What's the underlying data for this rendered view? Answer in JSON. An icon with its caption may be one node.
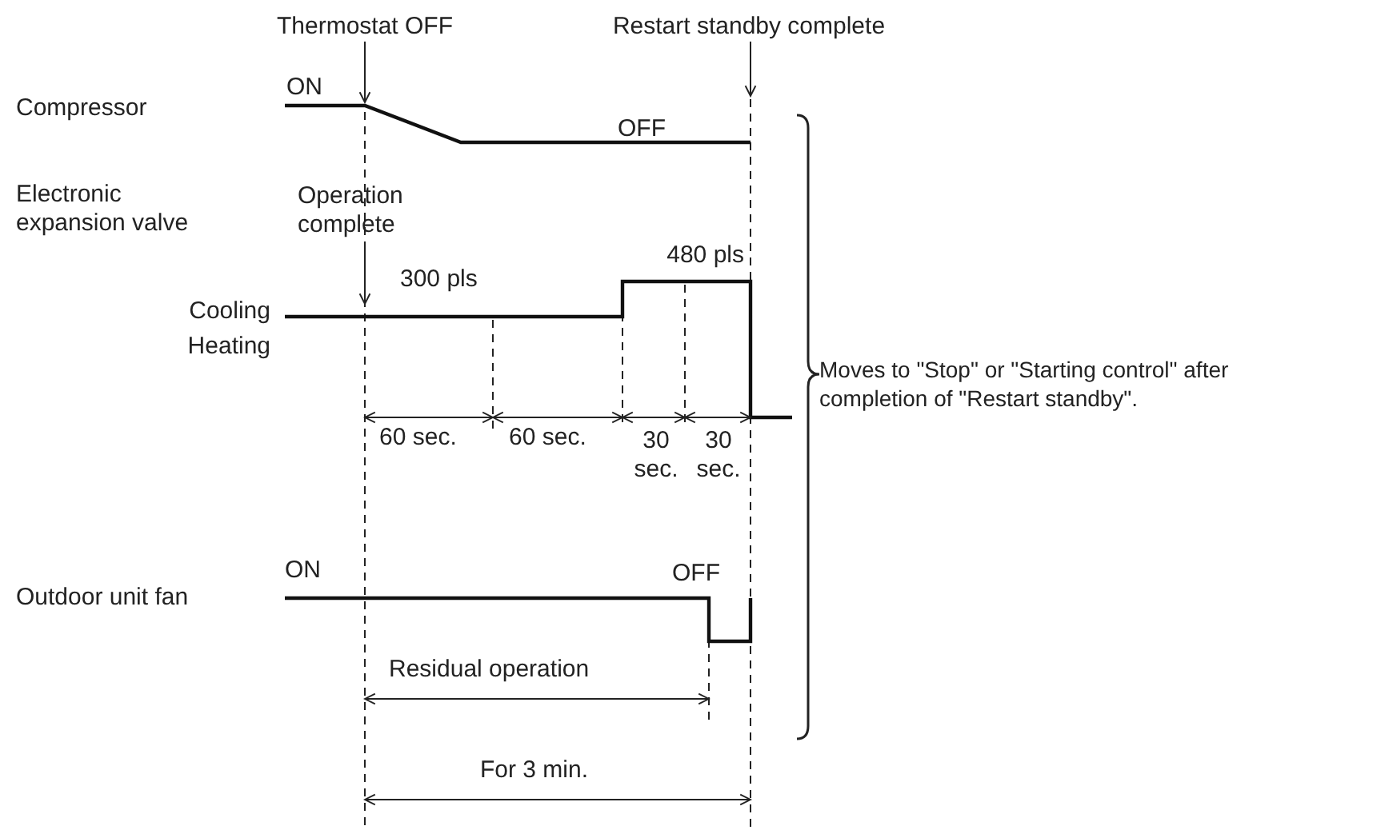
{
  "diagram": {
    "nodes": [
      {
        "text": [
          "Thermostat OFF"
        ]
      },
      {
        "text": [
          "Restart standby complete"
        ]
      },
      {
        "text": [
          "Operation complete"
        ]
      }
    ],
    "edges": [
      {
        "from": 0,
        "to": null,
        "arrow": "to"
      },
      {
        "from": 1,
        "to": null,
        "arrow": "to"
      },
      {
        "from": 2,
        "to": null,
        "arrow": "to"
      }
    ],
    "labels": [
      "Compressor",
      "ON",
      "OFF",
      "Electronic expansion valve",
      "480 pls",
      "300 pls",
      "Cooling",
      "Heating",
      "Moves to \"Stop\" or \"Starting control\" after completion of \"Restart standby\".",
      "60 sec.",
      "60 sec.",
      "30 sec.",
      "30 sec.",
      "Outdoor unit fan",
      "ON",
      "OFF",
      "Residual operation",
      "For 3 min."
    ]
  }
}
